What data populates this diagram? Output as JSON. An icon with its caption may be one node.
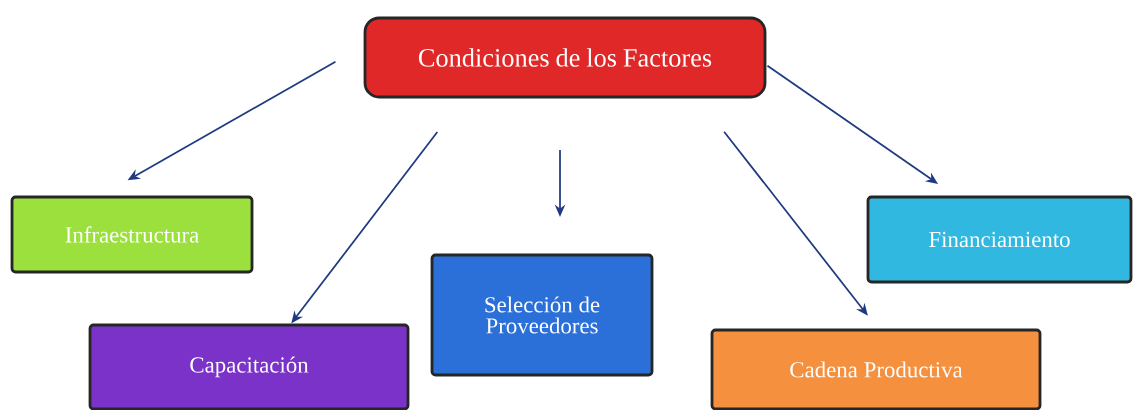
{
  "diagram": {
    "nodes": [
      {
        "text": [
          "Condiciones de los Factores"
        ]
      },
      {
        "text": [
          "Infraestructura"
        ]
      },
      {
        "text": [
          "Capacitación"
        ]
      },
      {
        "text": [
          "Selección de Proveedores"
        ]
      },
      {
        "text": [
          "Cadena Productiva"
        ]
      },
      {
        "text": [
          "Financiamiento"
        ]
      }
    ],
    "edges": [
      {
        "from": 0,
        "to": 1,
        "arrow": "to"
      },
      {
        "from": 0,
        "to": 2,
        "arrow": "to"
      },
      {
        "from": 0,
        "to": 3,
        "arrow": "to"
      },
      {
        "from": 0,
        "to": 4,
        "arrow": "to"
      },
      {
        "from": 0,
        "to": 5,
        "arrow": "to"
      }
    ]
  }
}
